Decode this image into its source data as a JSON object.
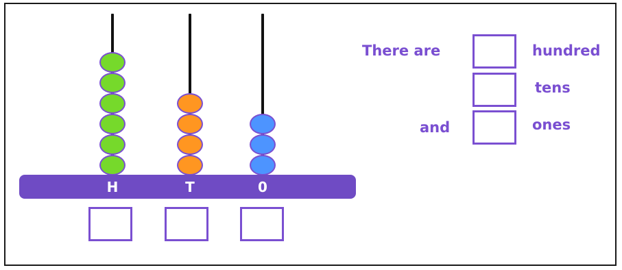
{
  "abacus": {
    "columns": [
      {
        "label": "H",
        "beads": 6,
        "color": "#76d92b"
      },
      {
        "label": "T",
        "beads": 4,
        "color": "#ff9621"
      },
      {
        "label": "0",
        "beads": 3,
        "color": "#4d94ff"
      }
    ],
    "base_color": "#6f4bc4",
    "bead_outline": "#7a4fd1"
  },
  "sentence": {
    "there_are": "There are",
    "hundred": "hundred",
    "tens": "tens",
    "and": "and",
    "ones": "ones"
  }
}
